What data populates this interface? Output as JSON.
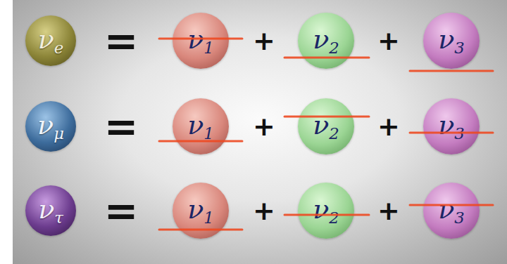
{
  "diagram": {
    "nodes": [
      {
        "text": [
          "νe"
        ]
      },
      {
        "text": [
          "ν1"
        ]
      },
      {
        "text": [
          "ν2"
        ]
      },
      {
        "text": [
          "ν3"
        ]
      },
      {
        "text": [
          "νμ"
        ]
      },
      {
        "text": [
          "ν1"
        ]
      },
      {
        "text": [
          "ν2"
        ]
      },
      {
        "text": [
          "ν3"
        ]
      },
      {
        "text": [
          "ντ"
        ]
      },
      {
        "text": [
          "ν1"
        ]
      },
      {
        "text": [
          "ν2"
        ]
      },
      {
        "text": [
          "ν3"
        ]
      }
    ],
    "labels": [
      "=",
      "+",
      "+",
      "=",
      "+",
      "+",
      "=",
      "+",
      "+"
    ]
  }
}
